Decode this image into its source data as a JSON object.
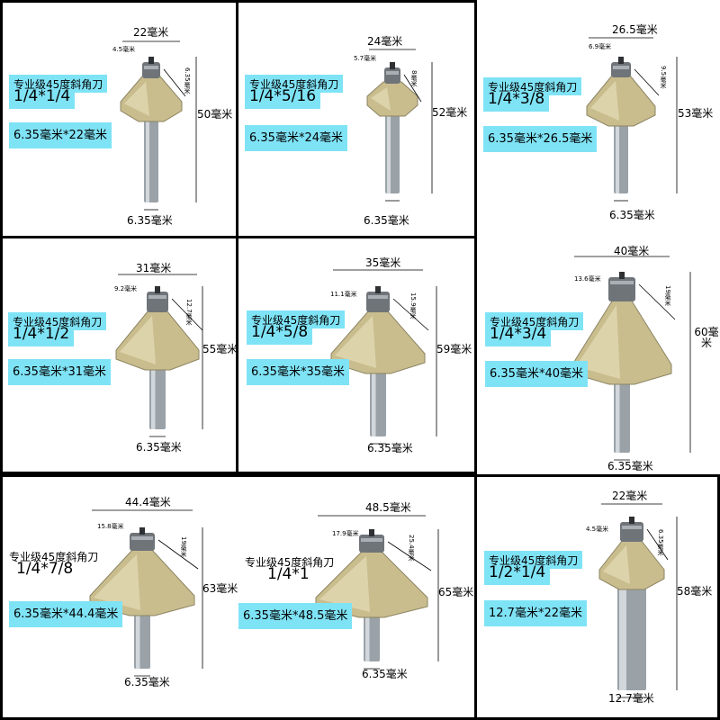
{
  "colors": {
    "label_bg": "#7fe3f6",
    "shank": "#9aa2a8",
    "cutter": "#c9bd8e",
    "bearing": "#6f7479",
    "border": "#000000"
  },
  "panels": [
    {
      "title": "专业级45度斜角刀",
      "size": "1/4*1/4",
      "spec": "6.35毫米*22毫米",
      "width": "22毫米",
      "bearing": "4.5毫米",
      "cut": "6.35毫米",
      "length": "50毫米",
      "shank": "6.35毫米"
    },
    {
      "title": "专业级45度斜角刀",
      "size": "1/4*5/16",
      "spec": "6.35毫米*24毫米",
      "width": "24毫米",
      "bearing": "5.7毫米",
      "cut": "8毫米",
      "length": "52毫米",
      "shank": "6.35毫米"
    },
    {
      "title": "专业级45度斜角刀",
      "size": "1/4*3/8",
      "spec": "6.35毫米*26.5毫米",
      "width": "26.5毫米",
      "bearing": "6.9毫米",
      "cut": "9.5毫米",
      "length": "53毫米",
      "shank": "6.35毫米"
    },
    {
      "title": "专业级45度斜角刀",
      "size": "1/4*1/2",
      "spec": "6.35毫米*31毫米",
      "width": "31毫米",
      "bearing": "9.2毫米",
      "cut": "12.7毫米",
      "length": "55毫米",
      "shank": "6.35毫米"
    },
    {
      "title": "专业级45度斜角刀",
      "size": "1/4*5/8",
      "spec": "6.35毫米*35毫米",
      "width": "35毫米",
      "bearing": "11.1毫米",
      "cut": "15.9毫米",
      "length": "59毫米",
      "shank": "6.35毫米"
    },
    {
      "title": "专业级45度斜角刀",
      "size": "1/4*3/4",
      "spec": "6.35毫米*40毫米",
      "width": "40毫米",
      "bearing": "13.6毫米",
      "cut": "19毫米",
      "length": "60毫米",
      "shank": "6.35毫米"
    },
    {
      "title": "专业级45度斜角刀",
      "size": "1/4*7/8",
      "spec": "6.35毫米*44.4毫米",
      "width": "44.4毫米",
      "bearing": "15.8毫米",
      "cut": "19毫米",
      "length": "63毫米",
      "shank": "6.35毫米"
    },
    {
      "title": "专业级45度斜角刀",
      "size": "1/4*1",
      "spec": "6.35毫米*48.5毫米",
      "width": "48.5毫米",
      "bearing": "17.9毫米",
      "cut": "25.4毫米",
      "length": "65毫米",
      "shank": "6.35毫米"
    },
    {
      "title": "专业级45度斜角刀",
      "size": "1/2*1/4",
      "spec": "12.7毫米*22毫米",
      "width": "22毫米",
      "bearing": "4.5毫米",
      "cut": "6.35毫米",
      "length": "58毫米",
      "shank": "12.7毫米"
    }
  ]
}
